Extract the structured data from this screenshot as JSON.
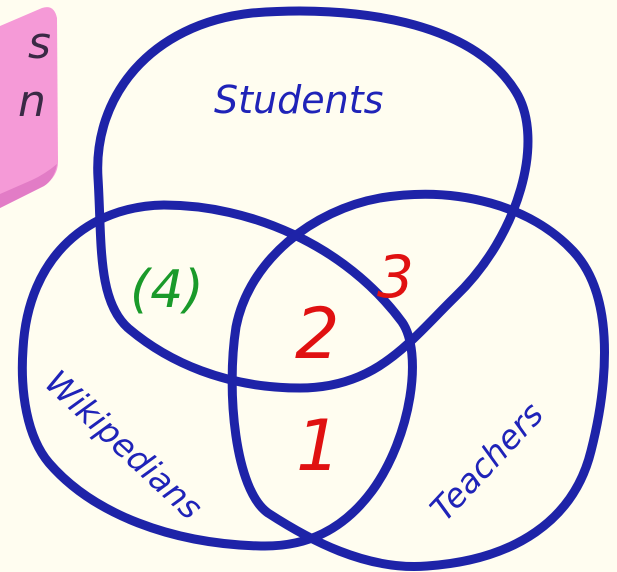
{
  "colors": {
    "background": "#fffdf0",
    "circle_stroke": "#1e23a8",
    "set_label": "#1f23b8",
    "region_red": "#e01111",
    "region_green": "#1a9a2a",
    "sticky_note": "#f59ad7",
    "sticky_note_fold": "#e27cc6",
    "sticky_note_text": "#3a2a45"
  },
  "sticky_note": {
    "visible_text": "s\nn"
  },
  "sets": [
    {
      "label": "Students"
    },
    {
      "label": "Wikipedians"
    },
    {
      "label": "Teachers"
    }
  ],
  "regions": {
    "students_wikipedians": "(4)",
    "students_teachers": "3",
    "center": "2",
    "wikipedians_teachers": "1"
  }
}
